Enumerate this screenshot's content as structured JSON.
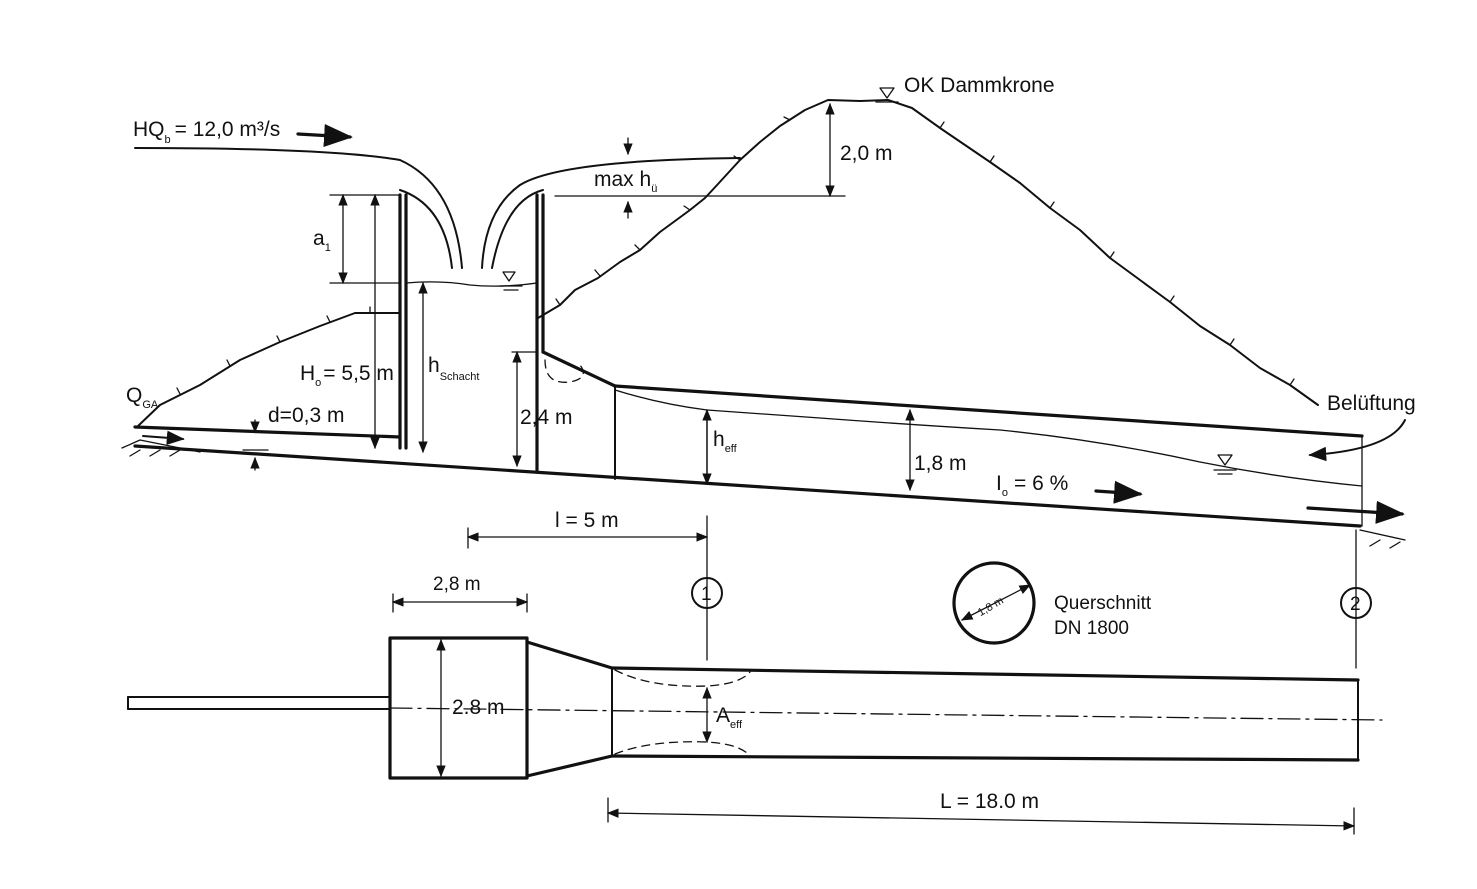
{
  "labels": {
    "dam_crest": "OK Dammkrone",
    "inflow": "HQ",
    "inflow_sub": "b",
    "inflow_value": "= 12,0 m³/s",
    "max_overflow": "max h",
    "max_overflow_sub": "ü",
    "freeboard": "2,0 m",
    "a1": "a",
    "a1_sub": "1",
    "h0": "H",
    "h0_sub": "o",
    "h0_value": "= 5,5 m",
    "qga": "Q",
    "qga_sub": "GA",
    "d": "d=0,3 m",
    "h_shaft": "h",
    "h_shaft_sub": "Schacht",
    "h24": "2,4 m",
    "h_eff": "h",
    "h_eff_sub": "eff",
    "h18": "1,8 m",
    "slope": "I",
    "slope_sub": "o",
    "slope_value": "= 6 %",
    "aeration": "Belüftung",
    "l5": "l = 5 m",
    "w28_top": "2,8 m",
    "w28_side": "2.8 m",
    "section1": "1",
    "section2": "2",
    "diameter": "1,8 m",
    "cross_section": "Querschnitt",
    "dn": "DN 1800",
    "a_eff": "A",
    "a_eff_sub": "eff",
    "length": "L = 18.0 m"
  },
  "colors": {
    "ink": "#111111",
    "paper": "#ffffff"
  }
}
